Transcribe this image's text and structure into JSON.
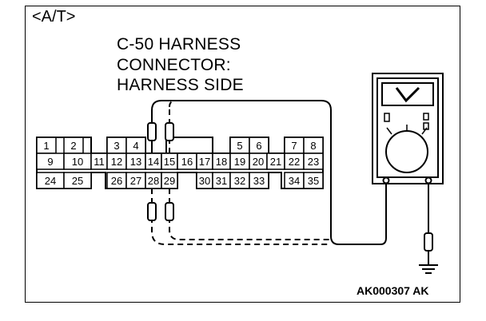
{
  "diagram": {
    "tag": "<A/T>",
    "title_lines": [
      "C-50 HARNESS",
      "CONNECTOR:",
      "HARNESS SIDE"
    ],
    "figure_code": "AK000307 AK",
    "connector": {
      "row1": [
        "1",
        "2",
        "3",
        "4",
        "5",
        "6",
        "7",
        "8"
      ],
      "row2": [
        "9",
        "10",
        "11",
        "12",
        "13",
        "14",
        "15",
        "16",
        "17",
        "18",
        "19",
        "20",
        "21",
        "22",
        "23"
      ],
      "row3": [
        "24",
        "25",
        "26",
        "27",
        "28",
        "29",
        "30",
        "31",
        "32",
        "33",
        "34",
        "35"
      ]
    },
    "meter": {
      "display_symbol": "V"
    },
    "icons": [
      "voltmeter-icon",
      "resistor-icon",
      "ground-icon"
    ]
  }
}
